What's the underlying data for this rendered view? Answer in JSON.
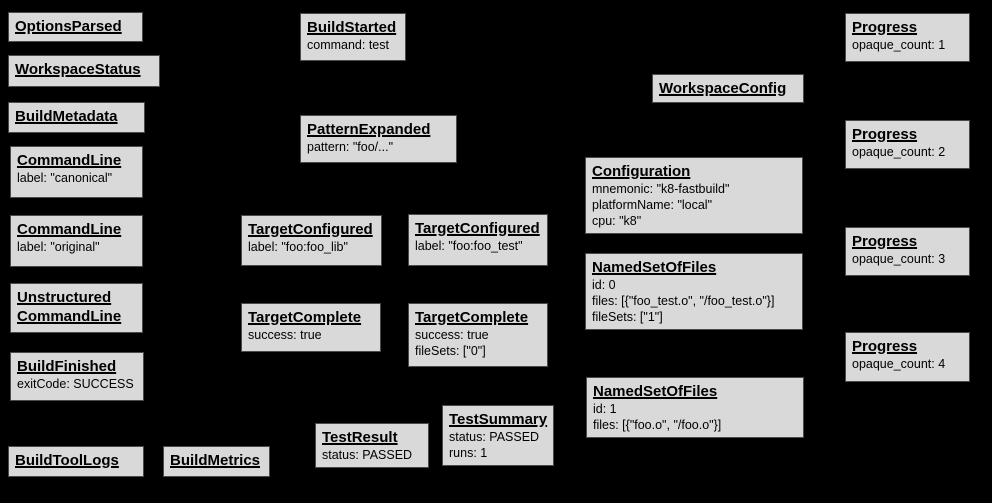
{
  "diagram": {
    "description": "Bazel Build Event Protocol event graph",
    "background_color": "#000000",
    "box_fill_color": "#d9d9d9",
    "box_border_color": "#4a4a4a",
    "text_color": "#000000"
  },
  "boxes": [
    {
      "title": "OptionsParsed",
      "lines": []
    },
    {
      "title": "WorkspaceStatus",
      "lines": []
    },
    {
      "title": "BuildMetadata",
      "lines": []
    },
    {
      "title": "CommandLine",
      "lines": [
        "label: \"canonical\""
      ]
    },
    {
      "title": "CommandLine",
      "lines": [
        "label: \"original\""
      ]
    },
    {
      "title": "Unstructured CommandLine",
      "lines": []
    },
    {
      "title": "BuildFinished",
      "lines": [
        "exitCode: SUCCESS"
      ]
    },
    {
      "title": "BuildToolLogs",
      "lines": []
    },
    {
      "title": "BuildMetrics",
      "lines": []
    },
    {
      "title": "BuildStarted",
      "lines": [
        "command: test"
      ]
    },
    {
      "title": "PatternExpanded",
      "lines": [
        "pattern: \"foo/...\""
      ]
    },
    {
      "title": "TargetConfigured",
      "lines": [
        "label: \"foo:foo_lib\""
      ]
    },
    {
      "title": "TargetComplete",
      "lines": [
        "success: true"
      ]
    },
    {
      "title": "TestResult",
      "lines": [
        "status: PASSED"
      ]
    },
    {
      "title": "TargetConfigured",
      "lines": [
        "label: \"foo:foo_test\""
      ]
    },
    {
      "title": "TargetComplete",
      "lines": [
        "success: true",
        "fileSets: [\"0\"]"
      ]
    },
    {
      "title": "TestSummary",
      "lines": [
        "status: PASSED",
        "runs: 1"
      ]
    },
    {
      "title": "WorkspaceConfig",
      "lines": []
    },
    {
      "title": "Configuration",
      "lines": [
        "mnemonic: \"k8-fastbuild\"",
        "platformName: \"local\"",
        "cpu: \"k8\""
      ]
    },
    {
      "title": "NamedSetOfFiles",
      "lines": [
        "id: 0",
        "files: [{\"foo_test.o\", \"/foo_test.o\"}]",
        "fileSets: [\"1\"]"
      ]
    },
    {
      "title": "NamedSetOfFiles",
      "lines": [
        "id: 1",
        "files: [{\"foo.o\", \"/foo.o\"}]"
      ]
    },
    {
      "title": "Progress",
      "lines": [
        "opaque_count: 1"
      ]
    },
    {
      "title": "Progress",
      "lines": [
        "opaque_count: 2"
      ]
    },
    {
      "title": "Progress",
      "lines": [
        "opaque_count: 3"
      ]
    },
    {
      "title": "Progress",
      "lines": [
        "opaque_count: 4"
      ]
    }
  ]
}
